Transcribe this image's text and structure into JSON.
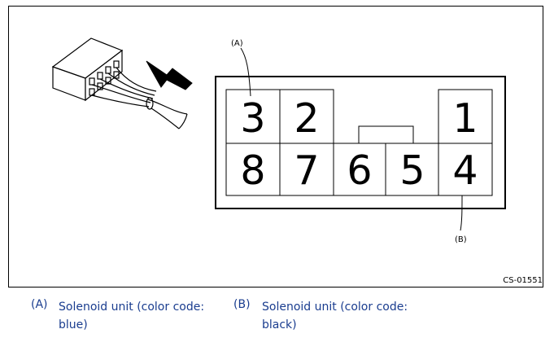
{
  "diagram": {
    "callout_a": "(A)",
    "callout_b": "(B)",
    "figure_id": "CS-01551",
    "pins_top": [
      "3",
      "2",
      "1"
    ],
    "pins_bottom": [
      "8",
      "7",
      "6",
      "5",
      "4"
    ]
  },
  "legend": [
    {
      "key": "(A)",
      "text": "Solenoid unit (color code: blue)"
    },
    {
      "key": "(B)",
      "text": "Solenoid unit (color code: black)"
    }
  ]
}
